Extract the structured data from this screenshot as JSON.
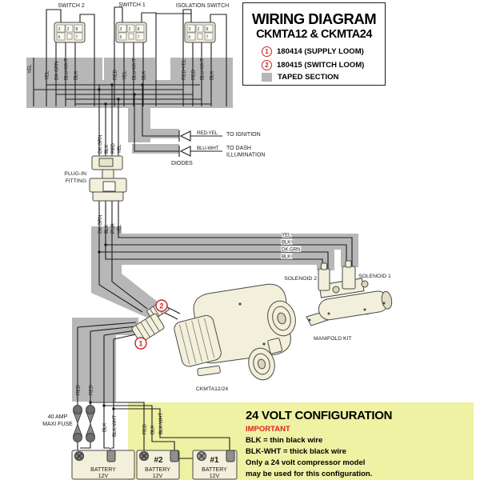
{
  "colors": {
    "taped_gray": "#b7b7b7",
    "component_cream": "#f2efda",
    "highlight_yellow": "#eff1a3",
    "marker_red": "#cc2222",
    "wire_black": "#1c1c1c"
  },
  "pins": {
    "p3": "3",
    "p2": "2",
    "p8": "8",
    "p6": "6",
    "p7": "7"
  },
  "switches": [
    {
      "name": "SWITCH 2",
      "wires": [
        "YEL",
        "DK GRN",
        "BLU-WHT",
        "BLK"
      ]
    },
    {
      "name": "SWITCH 1",
      "wires": [
        "RED",
        "YEL",
        "BLU-WHT",
        "BLK"
      ]
    },
    {
      "name": "ISOLATION SWITCH",
      "wires": [
        "RED-YEL",
        "RED",
        "BLU-WHT",
        "BLK"
      ]
    }
  ],
  "stray_yel": "YEL",
  "title_box": {
    "title": "WIRING DIAGRAM",
    "subtitle": "CKMTA12 & CKMTA24",
    "legend1_num": "1",
    "legend1": "180414 (SUPPLY LOOM)",
    "legend2_num": "2",
    "legend2": "180415 (SWITCH LOOM)",
    "taped": "TAPED SECTION"
  },
  "diodes": {
    "caption": "DIODES",
    "wire1": "RED-YEL",
    "dest1": "TO IGNITION",
    "wire2": "BLU-WHT",
    "dest2a": "TO DASH",
    "dest2b": "ILLUMINATION"
  },
  "fitting": {
    "l1": "PLUG-IN",
    "l2": "FITTING",
    "above": [
      "DK GRN",
      "BLK",
      "RED",
      "YEL"
    ],
    "below": [
      "DK GRN",
      "BLK",
      "PUR",
      "YEL"
    ]
  },
  "run": {
    "w1": "YEL",
    "w2": "BLK",
    "w3": "DK.GRN",
    "w4": "BLK"
  },
  "solenoids": {
    "s2": "SOLENOID 2",
    "s1": "SOLENOID 1",
    "manifold": "MANIFOLD KIT"
  },
  "compressor": {
    "label": "CKMTA12/24",
    "m1": "1",
    "m2": "2"
  },
  "supply": {
    "red1": "RED",
    "red2": "RED",
    "blk": "BLK",
    "blkwht": "BLK-WHT",
    "fuse1": "40 AMP",
    "fuse2": "MAXI FUSE"
  },
  "battery": {
    "name": "BATTERY",
    "volt": "12V"
  },
  "config24": {
    "title": "24 VOLT CONFIGURATION",
    "important": "IMPORTANT",
    "line1": "BLK = thin black wire",
    "line2": "BLK-WHT = thick black wire",
    "line3": "Only a 24 volt compressor model",
    "line4": "may be used for this configuration.",
    "red": "RED",
    "blk": "BLK",
    "blkwht": "BLK-WHT",
    "bat2": "#2",
    "bat1": "#1"
  }
}
